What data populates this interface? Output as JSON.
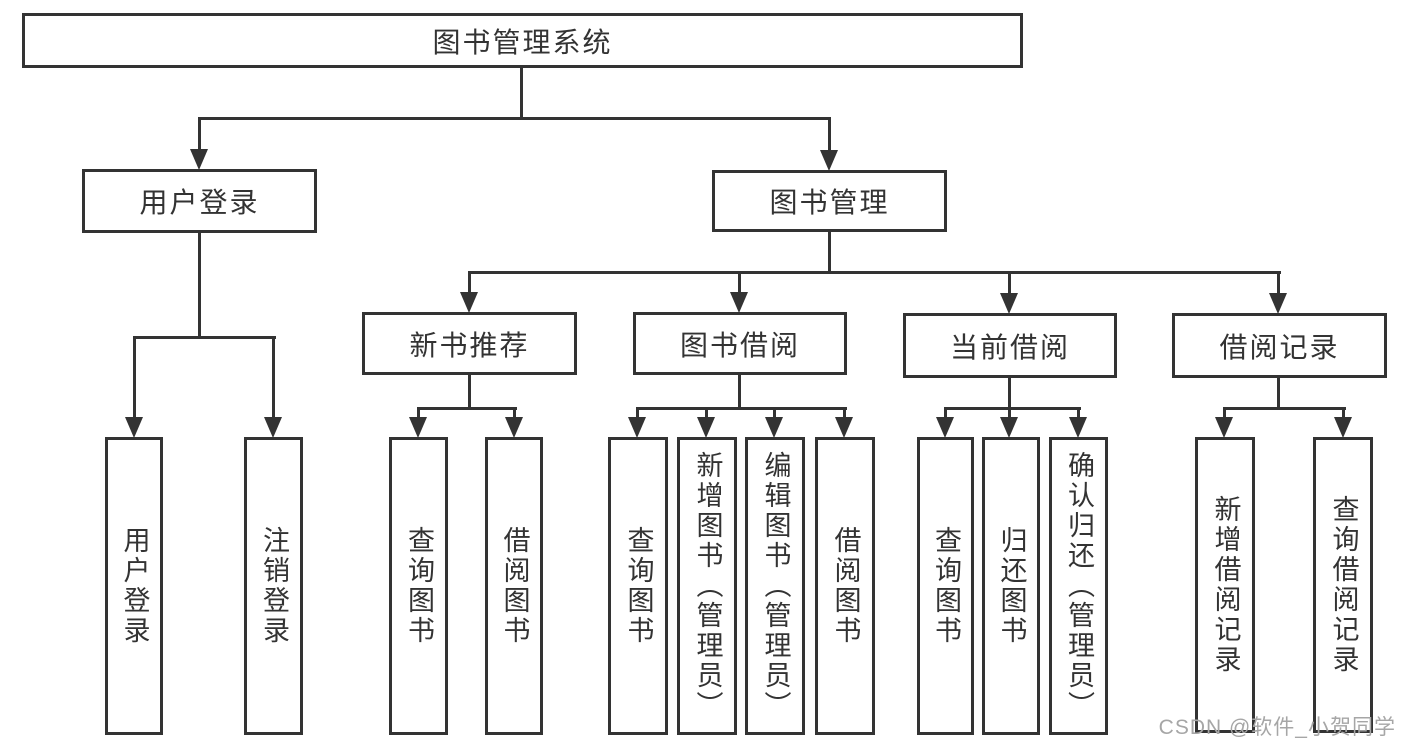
{
  "diagram_title": "图书管理系统",
  "colors": {
    "line": "#333333",
    "text": "#333333",
    "background": "#ffffff",
    "watermark": "#a6a6a6"
  },
  "root": {
    "label": "图书管理系统"
  },
  "level2": {
    "user_login": {
      "label": "用户登录"
    },
    "book_mgmt": {
      "label": "图书管理"
    }
  },
  "level3": {
    "new_book": {
      "label": "新书推荐"
    },
    "borrow": {
      "label": "图书借阅"
    },
    "current": {
      "label": "当前借阅"
    },
    "records": {
      "label": "借阅记录"
    }
  },
  "leaves": {
    "user_login": {
      "label": "用户登录"
    },
    "logout": {
      "label": "注销登录"
    },
    "newbook_query": {
      "label": "查询图书"
    },
    "newbook_borrow": {
      "label": "借阅图书"
    },
    "borrow_query": {
      "label": "查询图书"
    },
    "borrow_add": {
      "label": "新增图书（管理员）"
    },
    "borrow_edit": {
      "label": "编辑图书（管理员）"
    },
    "borrow_borrow": {
      "label": "借阅图书"
    },
    "current_query": {
      "label": "查询图书"
    },
    "current_return": {
      "label": "归还图书"
    },
    "current_confirm": {
      "label": "确认归还（管理员）"
    },
    "records_add": {
      "label": "新增借阅记录"
    },
    "records_query": {
      "label": "查询借阅记录"
    }
  },
  "watermark": {
    "text": "CSDN @软件_小贺同学"
  }
}
